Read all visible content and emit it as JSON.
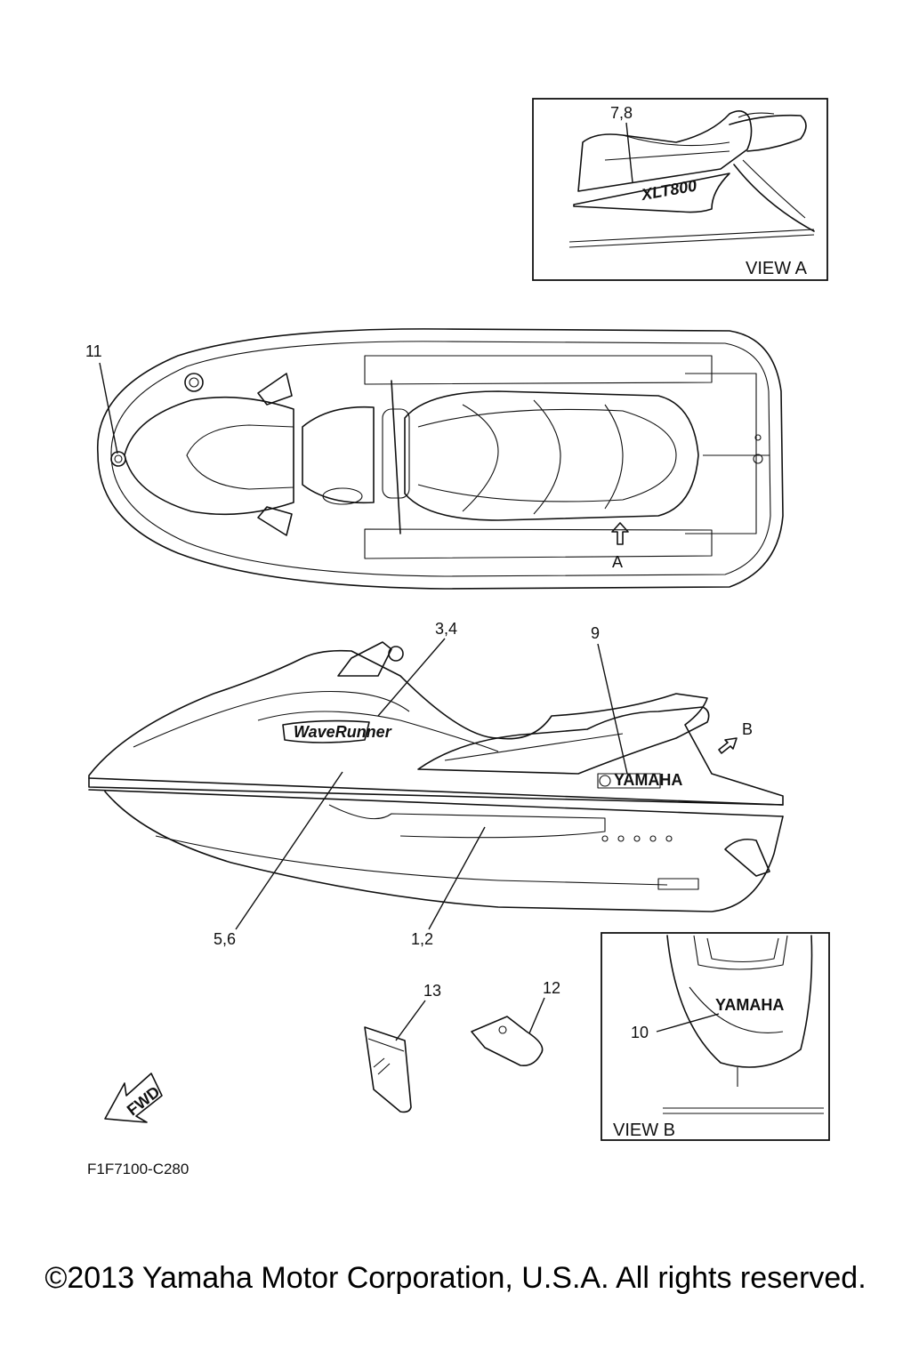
{
  "view_a": {
    "title": "VIEW A",
    "callout": "7,8",
    "decal_text": "XLT800"
  },
  "view_b": {
    "title": "VIEW B",
    "callout": "10",
    "decal_text": "YAMAHA"
  },
  "top_view": {
    "callout_11": "11",
    "view_arrow_label": "A"
  },
  "side_view": {
    "callout_34": "3,4",
    "callout_9": "9",
    "callout_56": "5,6",
    "callout_12": "1,2",
    "view_arrow_label": "B",
    "decal_waverunner": "WaveRunner",
    "decal_yamaha": "YAMAHA"
  },
  "parts": {
    "callout_13": "13",
    "callout_12": "12",
    "fwd_label": "FWD"
  },
  "drawing_code": "F1F7100-C280",
  "copyright": "©2013 Yamaha Motor Corporation, U.S.A. All rights reserved."
}
